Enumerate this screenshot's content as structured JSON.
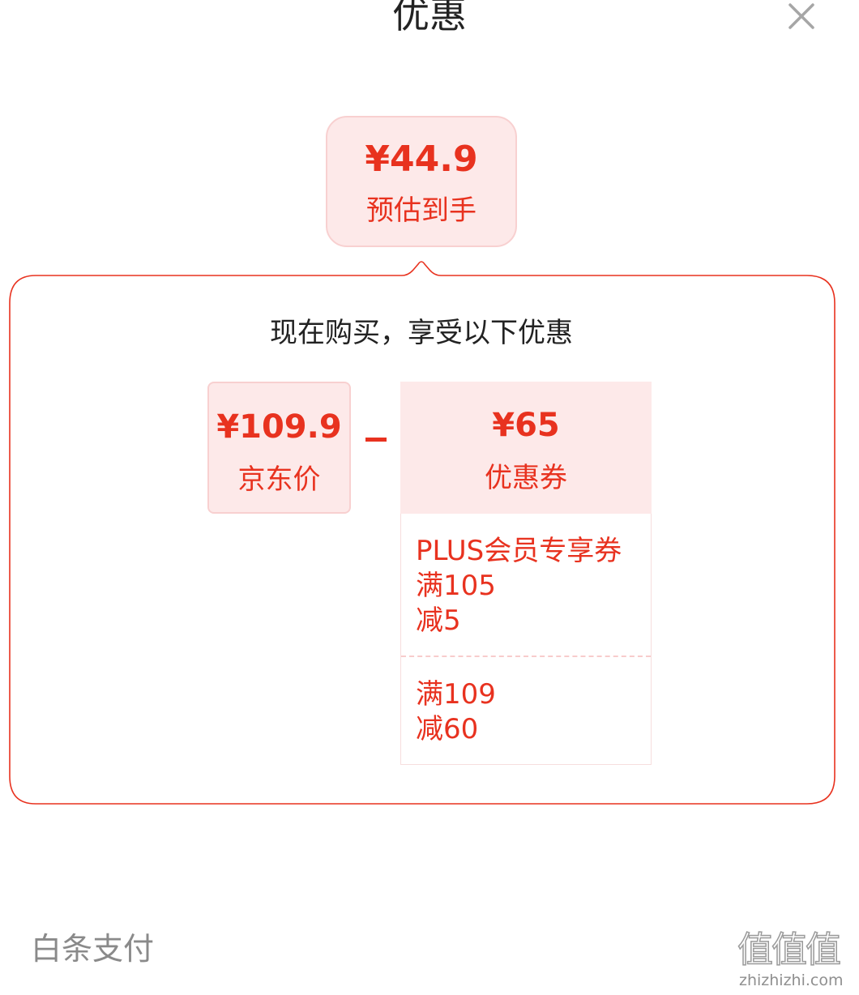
{
  "header": {
    "title": "优惠",
    "close_icon": "close-icon"
  },
  "estimate": {
    "price": "¥44.9",
    "label": "预估到手"
  },
  "panel": {
    "heading": "现在购买，享受以下优惠",
    "jd_price": {
      "amount": "¥109.9",
      "label": "京东价"
    },
    "operator": "−",
    "coupon": {
      "amount": "¥65",
      "label": "优惠券"
    },
    "coupon_items": [
      {
        "lines": [
          "PLUS会员专享券",
          "满105",
          "减5"
        ]
      },
      {
        "lines": [
          "满109",
          "减60"
        ]
      }
    ]
  },
  "footer": {
    "payment_label": "白条支付"
  },
  "watermark": {
    "glyphs": "值值值",
    "url": "zhizhizhi.com"
  },
  "colors": {
    "accent": "#e8321f",
    "soft_bg": "#fde9e9",
    "border": "#f8d0d0"
  }
}
